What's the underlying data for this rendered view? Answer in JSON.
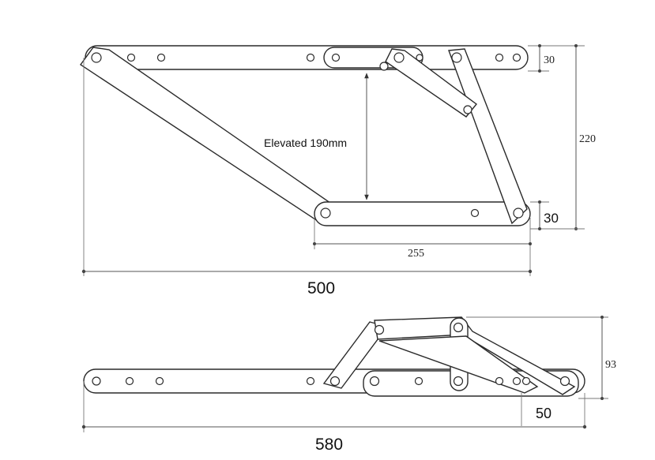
{
  "top_view": {
    "dim_height_small": "30",
    "dim_total_height": "220",
    "dim_height_bottom": "30",
    "dim_lower_length": "255",
    "dim_total_length": "500",
    "elevated_label": "Elevated 190mm"
  },
  "bottom_view": {
    "dim_height": "93",
    "dim_offset": "50",
    "dim_total_length": "580"
  }
}
